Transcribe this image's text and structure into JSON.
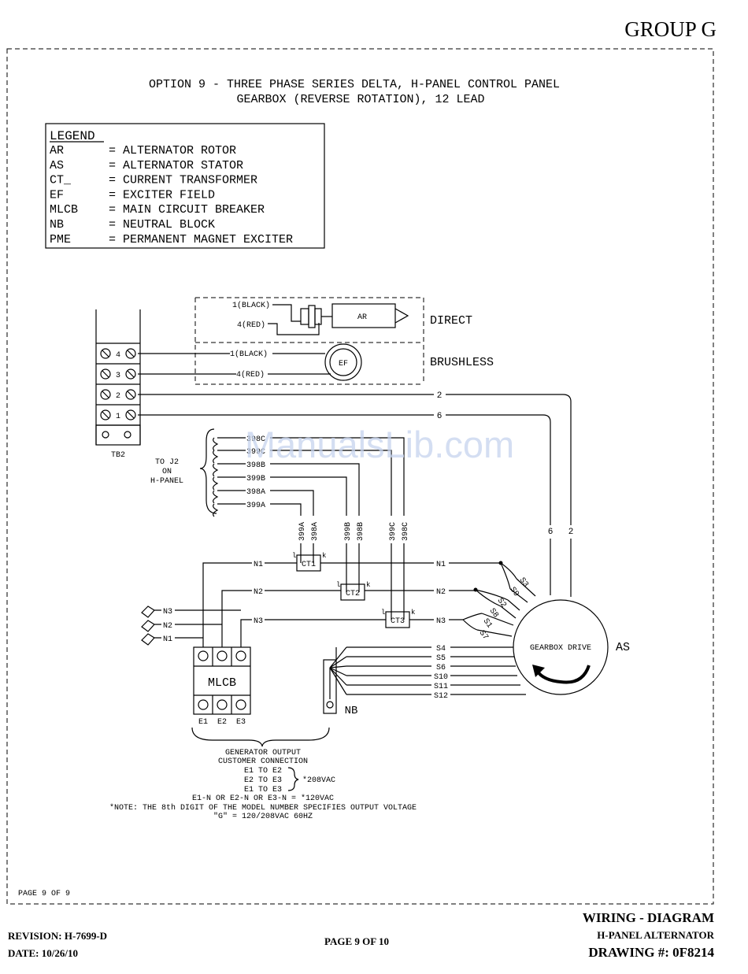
{
  "header": {
    "group": "GROUP G"
  },
  "title": {
    "line1": "OPTION 9 - THREE PHASE SERIES DELTA, H-PANEL CONTROL PANEL",
    "line2": "GEARBOX (REVERSE ROTATION), 12 LEAD"
  },
  "legend": {
    "heading": "LEGEND",
    "items": [
      {
        "code": "AR",
        "desc": "= ALTERNATOR ROTOR"
      },
      {
        "code": "AS",
        "desc": "= ALTERNATOR STATOR"
      },
      {
        "code": "CT_",
        "desc": "= CURRENT TRANSFORMER"
      },
      {
        "code": "EF",
        "desc": "= EXCITER FIELD"
      },
      {
        "code": "MLCB",
        "desc": "= MAIN CIRCUIT BREAKER"
      },
      {
        "code": "NB",
        "desc": "= NEUTRAL BLOCK"
      },
      {
        "code": "PME",
        "desc": "= PERMANENT MAGNET EXCITER"
      }
    ]
  },
  "diagram": {
    "direct_label": "DIRECT",
    "brushless_label": "BRUSHLESS",
    "ar_label": "AR",
    "ef_label": "EF",
    "wire_black": "1(BLACK)",
    "wire_red": "4(RED)",
    "tb2_label": "TB2",
    "tb_terminals": [
      "4",
      "3",
      "2",
      "1"
    ],
    "wire2": "2",
    "wire6": "6",
    "hpanel": [
      "TO J2",
      "ON",
      "H-PANEL"
    ],
    "ct_wires": [
      "398C",
      "399C",
      "398B",
      "399B",
      "398A",
      "399A"
    ],
    "ct_vert": [
      "399A",
      "398A",
      "399B",
      "398B",
      "399C",
      "398C"
    ],
    "ct1": "CT1",
    "ct2": "CT2",
    "ct3": "CT3",
    "ct_l": "l",
    "ct_k": "k",
    "n1": "N1",
    "n2": "N2",
    "n3": "N3",
    "s_right": [
      "S3",
      "S9",
      "S2",
      "S8",
      "S1",
      "S7"
    ],
    "s_lower": [
      "S4",
      "S5",
      "S6",
      "S10",
      "S11",
      "S12"
    ],
    "gearbox": "GEARBOX DRIVE",
    "as_label": "AS",
    "mlcb_label": "MLCB",
    "nb_label": "NB",
    "e_labels": [
      "E1",
      "E2",
      "E3"
    ],
    "output_lines": [
      "GENERATOR OUTPUT",
      "CUSTOMER CONNECTION"
    ],
    "e_conn": [
      "E1 TO E2",
      "E2 TO E3",
      "E1 TO E3"
    ],
    "v208": "*208VAC",
    "en_line": "E1-N OR E2-N OR E3-N = *120VAC",
    "note": "*NOTE: THE 8th DIGIT OF THE MODEL NUMBER SPECIFIES OUTPUT VOLTAGE",
    "g_line": "\"G\" = 120/208VAC 60HZ",
    "page_inner": "PAGE 9 OF 9"
  },
  "watermark": "ManualsLib.com",
  "footer": {
    "revision": "REVISION: H-7699-D",
    "date": "DATE: 10/26/10",
    "page": "PAGE 9 OF 10",
    "title": "WIRING - DIAGRAM",
    "subtitle": "H-PANEL ALTERNATOR",
    "drawing": "DRAWING #: 0F8214"
  }
}
